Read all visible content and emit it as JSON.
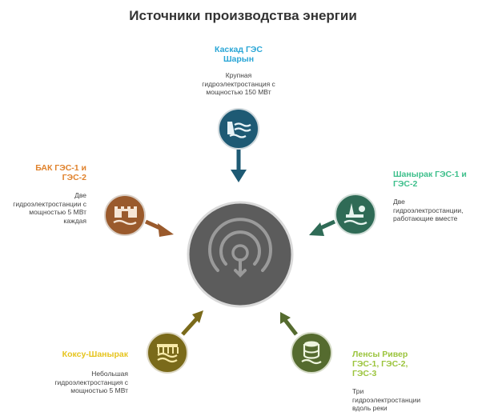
{
  "title": "Источники производства энергии",
  "nodes": {
    "top": {
      "label_line1": "Каскад ГЭС",
      "label_line2": "Шарын",
      "desc_line1": "Крупная",
      "desc_line2": "гидроэлектростанция с",
      "desc_line3": "мощностью 150 МВт",
      "color": "#1e5a74",
      "label_color": "#2aa6d6",
      "icon": "dam-water-icon"
    },
    "left": {
      "label_line1": "БАК ГЭС-1 и",
      "label_line2": "ГЭС-2",
      "desc_line1": "Две",
      "desc_line2": "гидроэлектростанции с",
      "desc_line3": "мощностью 5 МВт",
      "desc_line4": "каждая",
      "color": "#9a5a2c",
      "label_color": "#e0822c",
      "icon": "castle-water-icon"
    },
    "right": {
      "label_line1": "Шанырак ГЭС-1 и",
      "label_line2": "ГЭС-2",
      "desc_line1": "Две",
      "desc_line2": "гидроэлектростанции,",
      "desc_line3": "работающие вместе",
      "color": "#2f6b56",
      "label_color": "#3dbf8b",
      "icon": "oil-rig-water-icon"
    },
    "bottom_left": {
      "label_line1": "Коксу-Шанырак",
      "desc_line1": "Небольшая",
      "desc_line2": "гидроэлектростанция с",
      "desc_line3": "мощностью 5 МВт",
      "color": "#7a6a1a",
      "label_color": "#e6c41e",
      "icon": "bridge-water-icon"
    },
    "bottom_right": {
      "label_line1": "Ленсы Ривер",
      "label_line2": "ГЭС-1, ГЭС-2,",
      "label_line3": "ГЭС-3",
      "desc_line1": "Три",
      "desc_line2": "гидроэлектростанции",
      "desc_line3": "вдоль реки",
      "color": "#556b2f",
      "label_color": "#9bc43c",
      "icon": "database-water-icon"
    }
  },
  "center": {
    "color": "#5c5c5c",
    "icon": "energy-source-icon"
  }
}
